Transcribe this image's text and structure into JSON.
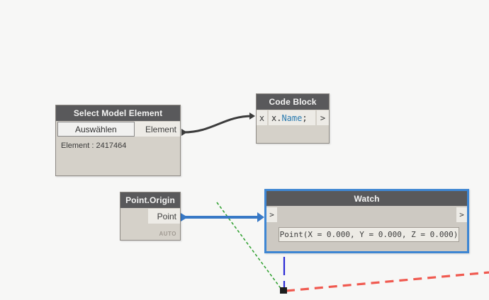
{
  "app": "Dynamo visual programming canvas",
  "nodes": {
    "select_model_element": {
      "title": "Select Model Element",
      "button_label": "Auswählen",
      "output_port": "Element",
      "body_text": "Element : 2417464"
    },
    "code_block": {
      "title": "Code Block",
      "input_port": "x",
      "code": {
        "prefix": "x.",
        "member": "Name",
        "suffix": ";"
      },
      "output_port": ">"
    },
    "point_origin": {
      "title": "Point.Origin",
      "output_port": "Point",
      "lacing_label": "AUTO"
    },
    "watch": {
      "title": "Watch",
      "input_port": ">",
      "output_port": ">",
      "value": "Point(X = 0.000, Y = 0.000, Z = 0.000)"
    }
  },
  "colors": {
    "canvas_background": "#f7f7f6",
    "node_header": "#59595b",
    "node_body": "#d5d1c9",
    "port_background": "#edebe6",
    "selection_border": "#3e86d3",
    "selected_wire": "#3879c6",
    "plain_wire": "#3c3c3c",
    "code_member": "#2b7bb0",
    "axis_green": "#35a335",
    "axis_red": "#f05a50",
    "axis_blue": "#2b2bd5"
  }
}
